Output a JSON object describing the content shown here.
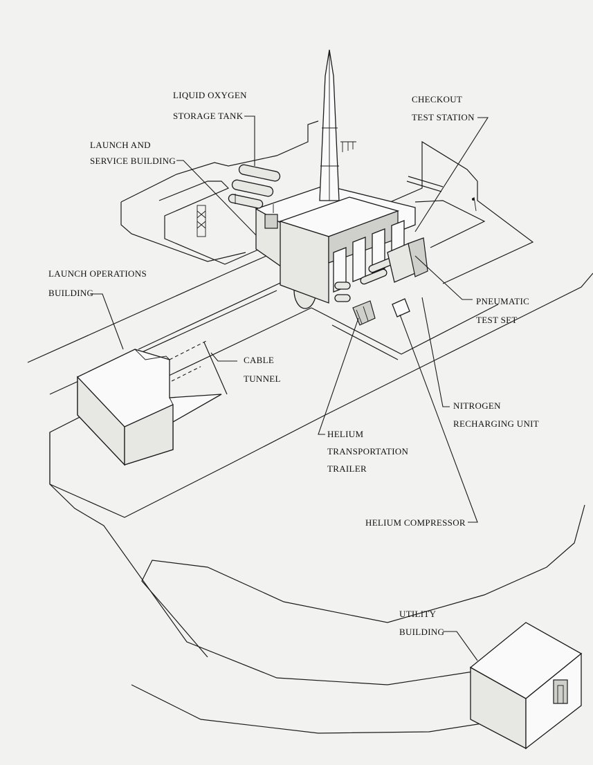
{
  "labels": {
    "liquid_oxygen": [
      "LIQUID OXYGEN",
      "STORAGE TANK"
    ],
    "checkout": [
      "CHECKOUT",
      "TEST STATION"
    ],
    "launch_service": [
      "LAUNCH AND",
      "SERVICE BUILDING"
    ],
    "launch_operations": [
      "LAUNCH OPERATIONS",
      "BUILDING"
    ],
    "cable_tunnel": [
      "CABLE",
      "TUNNEL"
    ],
    "pneumatic": [
      "PNEUMATIC",
      "TEST SET"
    ],
    "nitrogen": [
      "NITROGEN",
      "RECHARGING UNIT"
    ],
    "helium_trailer": [
      "HELIUM",
      "TRANSPORTATION",
      "TRAILER"
    ],
    "helium_compressor": [
      "HELIUM COMPRESSOR"
    ],
    "utility": [
      "UTILITY",
      "BUILDING"
    ]
  }
}
